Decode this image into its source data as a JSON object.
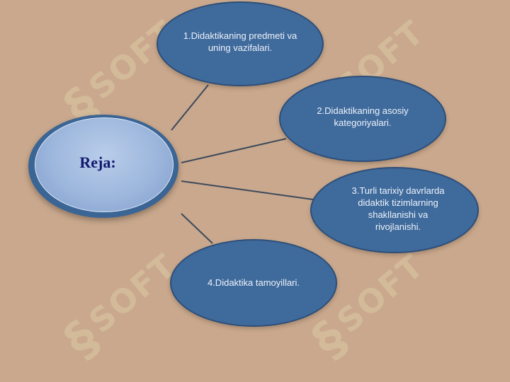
{
  "watermark": {
    "text": "SOFT"
  },
  "center": {
    "label": "Reja:"
  },
  "topics": [
    {
      "label": "1.Didaktikaning predmeti va uning vazifalari."
    },
    {
      "label": "2.Didaktikaning asosiy kategoriyalari."
    },
    {
      "label": "3.Turli tarixiy davrlarda didaktik tizimlarning shakllanishi va rivojlanishi."
    },
    {
      "label": "4.Didaktika tamoyillari."
    }
  ],
  "colors": {
    "background": "#c9a88d",
    "node_fill": "#3f6a9c",
    "center_fill": "#9cb6dc",
    "center_text": "#121a6e",
    "connector": "#3d4a5c"
  }
}
